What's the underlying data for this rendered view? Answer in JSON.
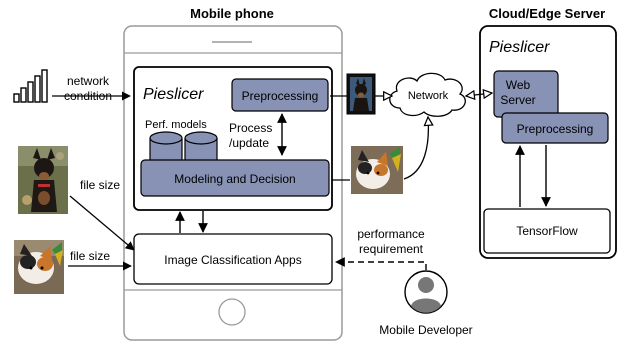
{
  "titles": {
    "mobile": "Mobile phone",
    "server": "Cloud/Edge Server"
  },
  "mobile": {
    "pieslicer": "Pieslicer",
    "preprocessing": "Preprocessing",
    "perf_models": "Perf. models",
    "process_update": [
      "Process",
      "/update"
    ],
    "modeling": "Modeling and Decision",
    "apps": "Image Classification Apps"
  },
  "server": {
    "pieslicer": "Pieslicer",
    "web_server": [
      "Web",
      "Server"
    ],
    "preprocessing": "Preprocessing",
    "tensorflow": "TensorFlow"
  },
  "network": {
    "cloud": "Network",
    "condition": [
      "network",
      "condition"
    ]
  },
  "labels": {
    "file_size_1": "file size",
    "file_size_2": "file size",
    "performance": [
      "performance",
      "requirement"
    ],
    "developer": "Mobile Developer"
  },
  "colors": {
    "component_fill": "#8792b5",
    "outline": "#000000",
    "phone_outline": "#9a9a9a"
  },
  "icons": [
    "signal-bars-icon",
    "dog-photo-icon",
    "kitten-photo-icon",
    "developer-avatar-icon"
  ]
}
